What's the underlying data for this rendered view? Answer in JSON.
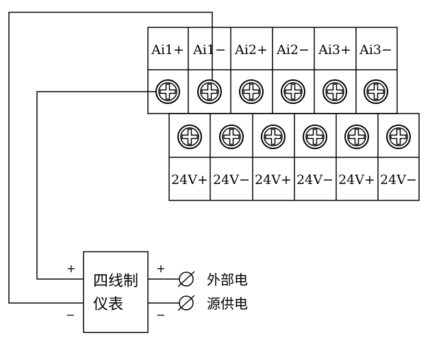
{
  "top_block": {
    "labels": [
      "Ai1+",
      "Ai1−",
      "Ai2+",
      "Ai2−",
      "Ai3+",
      "Ai3−"
    ]
  },
  "bottom_block": {
    "labels": [
      "24V+",
      "24V−",
      "24V+",
      "24V−",
      "24V+",
      "24V−"
    ]
  },
  "meter": {
    "line1": "四线制",
    "line2": "仪表",
    "left_plus": "+",
    "left_minus": "−",
    "right_plus": "+",
    "right_minus": "−"
  },
  "supply": {
    "line1": "外部电",
    "line2": "源供电"
  }
}
